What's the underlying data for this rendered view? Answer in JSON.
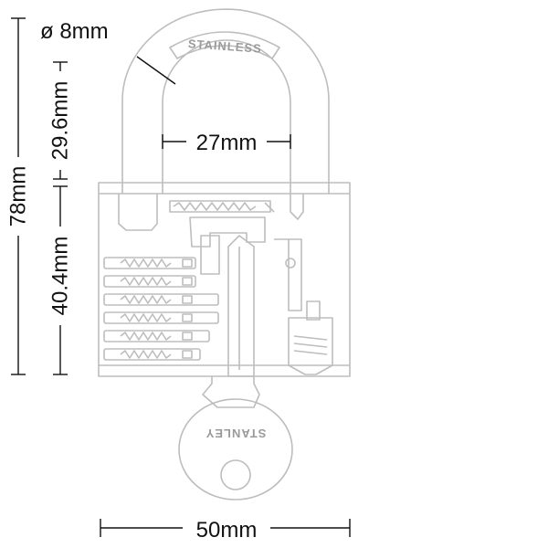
{
  "dimensions": {
    "shackle_diameter": "ø 8mm",
    "shackle_clearance_height": "29.6mm",
    "shackle_inner_width": "27mm",
    "total_height": "78mm",
    "body_height": "40.4mm",
    "body_width": "50mm"
  },
  "engravings": {
    "shackle": "STAINLESS",
    "key": "STANLEY"
  },
  "colors": {
    "line": "#bdbdbd",
    "dimension": "#111111",
    "engraving": "#9a9a9a"
  }
}
